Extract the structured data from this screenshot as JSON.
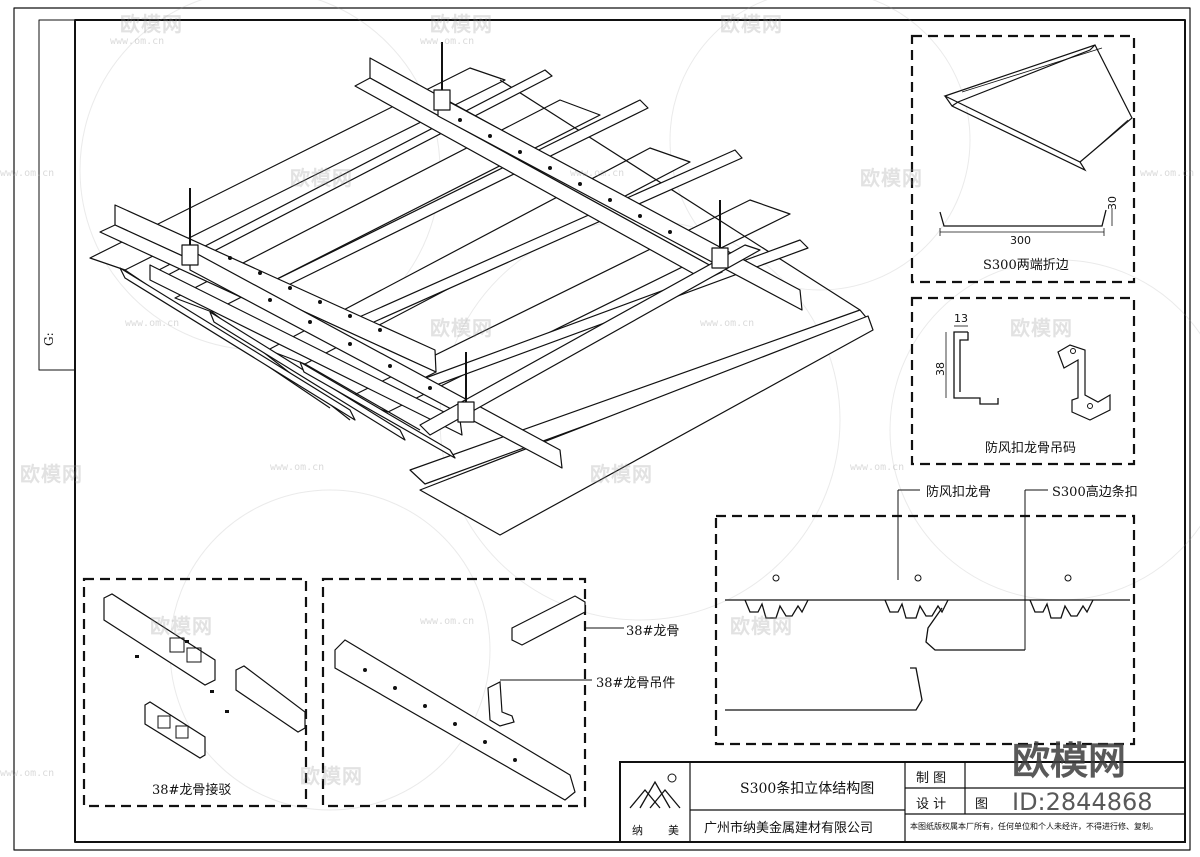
{
  "frame": {
    "side_label": "G:"
  },
  "watermarks": {
    "logo_text": "欧模网",
    "url_text": "www.om.cn"
  },
  "detail_s300_edge": {
    "title": "S300两端折边",
    "width_dim": "300",
    "height_dim": "30"
  },
  "detail_wind_clip": {
    "title": "防风扣龙骨吊码",
    "dim_a": "13",
    "dim_b": "38"
  },
  "section_view": {
    "callout_keel": "防风扣龙骨",
    "callout_panel": "S300高边条扣"
  },
  "detail_keel_joint": {
    "title": "38#龙骨接驳"
  },
  "detail_keel_parts": {
    "callout_keel": "38#龙骨",
    "callout_hanger": "38#龙骨吊件"
  },
  "title_block": {
    "drawing_title": "S300条扣立体结构图",
    "company": "广州市纳美金属建材有限公司",
    "logo_char_left": "纳",
    "logo_char_right": "美",
    "row1_label": "制 图",
    "row2_label": "设 计",
    "row2_field": "图",
    "footnote": "本图纸版权属本厂所有，任何单位和个人未经许，不得进行修、复制。"
  },
  "brand_overlay": {
    "name": "欧模网",
    "id_text": "ID:2844868"
  }
}
